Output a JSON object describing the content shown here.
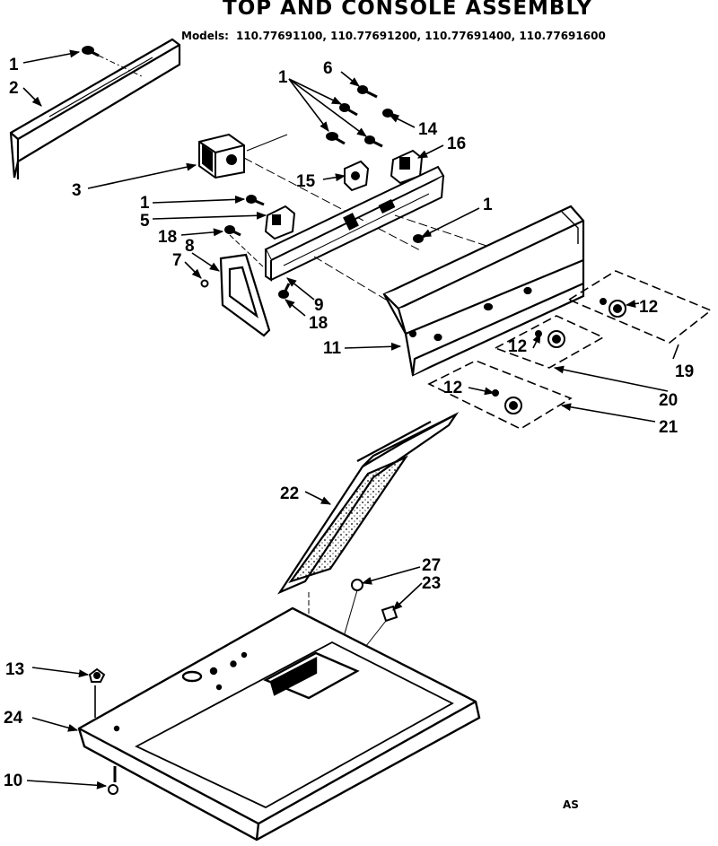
{
  "header": {
    "title": "TOP AND CONSOLE ASSEMBLY",
    "models_label": "Models:",
    "models": "110.77691100, 110.77691200, 110.77691400, 110.77691600"
  },
  "callouts": [
    "1",
    "2",
    "3",
    "1",
    "5",
    "18",
    "8",
    "7",
    "18",
    "9",
    "6",
    "1",
    "14",
    "16",
    "15",
    "1",
    "11",
    "12",
    "12",
    "12",
    "19",
    "20",
    "21",
    "22",
    "27",
    "23",
    "13",
    "24",
    "10"
  ],
  "corner_code": "AS",
  "colors": {
    "ink": "#000000",
    "paper": "#ffffff"
  }
}
